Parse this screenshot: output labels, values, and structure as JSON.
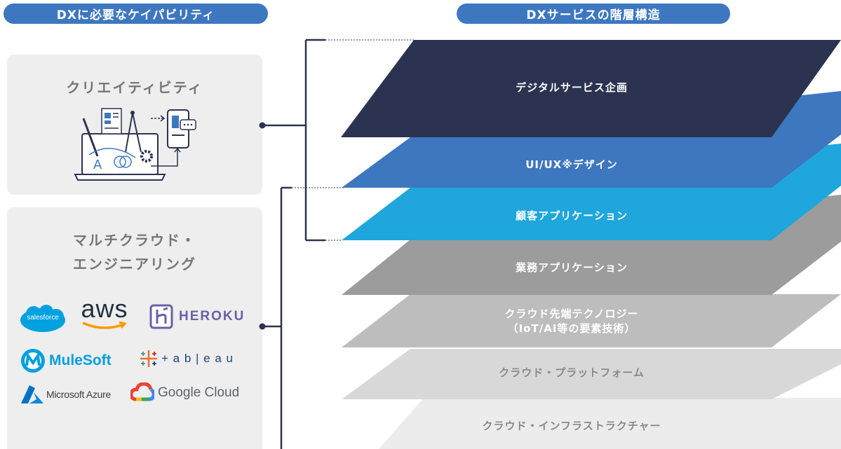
{
  "header": {
    "left_pill": "DXに必要なケイパビリティ",
    "right_pill": "DXサービスの階層構造"
  },
  "cards": {
    "creativity": {
      "title": "クリエイティビティ"
    },
    "multicloud": {
      "title_line1": "マルチクラウド・",
      "title_line2": "エンジニアリング",
      "logos": {
        "salesforce": "salesforce",
        "aws": "aws",
        "heroku": "HEROKU",
        "mulesoft": "MuleSoft",
        "tableau": "+ a b | e a u",
        "azure": "Microsoft Azure",
        "google_cloud": "Google Cloud"
      }
    }
  },
  "layers": [
    {
      "label": "デジタルサービス企画",
      "color": "#2c3350",
      "text_color": "#ffffff"
    },
    {
      "label": "UI/UX※デザイン",
      "color": "#3d77c0",
      "text_color": "#ffffff"
    },
    {
      "label": "顧客アプリケーション",
      "color": "#1fa6dc",
      "text_color": "#ffffff"
    },
    {
      "label": "業務アプリケーション",
      "color": "#9c9c9c",
      "text_color": "#ffffff"
    },
    {
      "label_line1": "クラウド先端テクノロジー",
      "label_line2": "（IoT/AI等の要素技術）",
      "color": "#bdbdbd",
      "text_color": "#ffffff"
    },
    {
      "label": "クラウド・プラットフォーム",
      "color": "#d8d8d8",
      "text_color": "#8a8a8a"
    },
    {
      "label": "クラウド・インフラストラクチャー",
      "color": "#ececec",
      "text_color": "#8a8a8a"
    }
  ]
}
